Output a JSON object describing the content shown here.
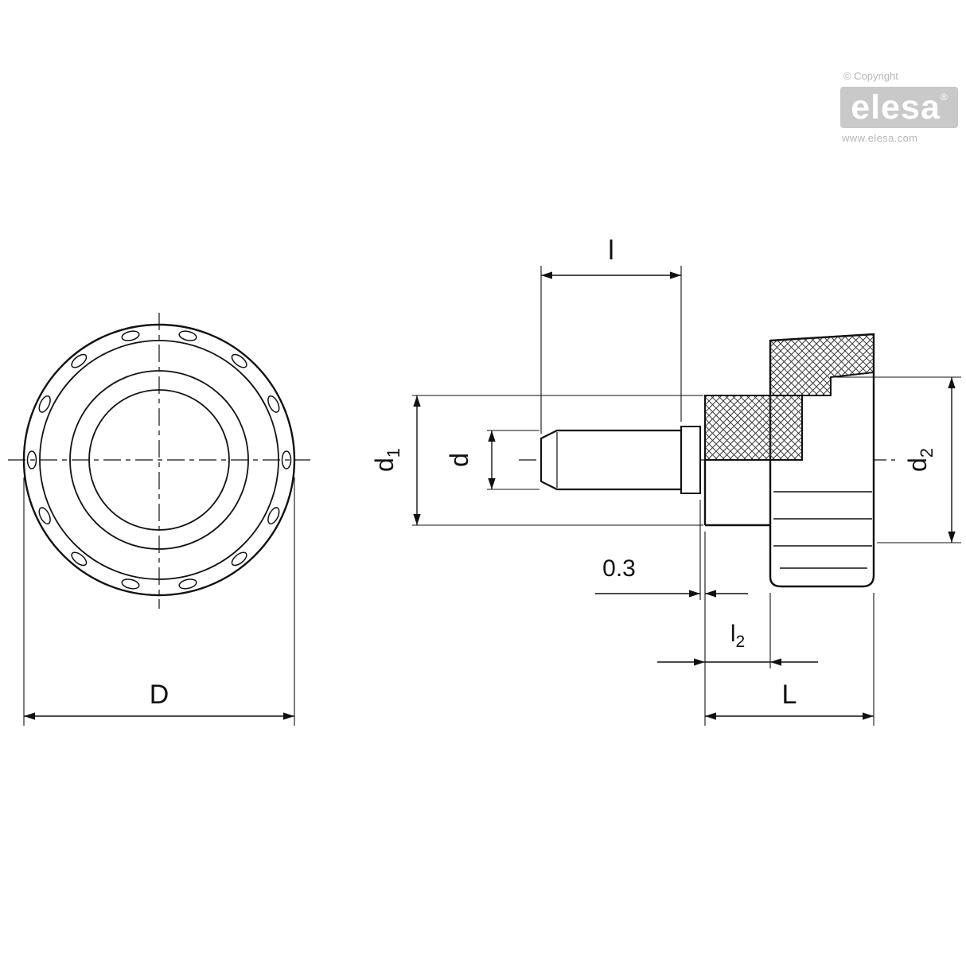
{
  "branding": {
    "copyright": "© Copyright",
    "logo_text": "elesa",
    "registered_mark": "®",
    "website": "www.elesa.com"
  },
  "dims": {
    "D": "D",
    "L": "L",
    "l": "l",
    "d": "d",
    "gap": "0.3",
    "d1": {
      "base": "d",
      "sub": "1"
    },
    "d2": {
      "base": "d",
      "sub": "2"
    },
    "l2": {
      "base": "l",
      "sub": "2"
    }
  },
  "colors": {
    "line": "#111111",
    "watermark": "#b7b7b7",
    "logo_box": "#c9c9c9"
  }
}
